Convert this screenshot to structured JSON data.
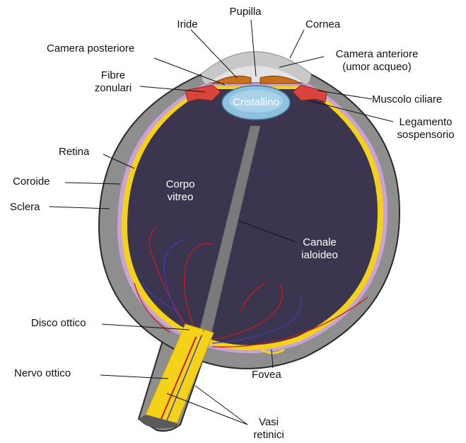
{
  "labels": {
    "pupilla": "Pupilla",
    "iride": "Iride",
    "cornea": "Cornea",
    "camera_posteriore": "Camera posteriore",
    "camera_anteriore_1": "Camera anteriore",
    "camera_anteriore_2": "(umor acqueo)",
    "fibre_zonulari_1": "Fibre",
    "fibre_zonulari_2": "zonulari",
    "cristallino": "Cristallino",
    "muscolo_ciliare": "Muscolo ciliare",
    "legamento_1": "Legamento",
    "legamento_2": "sospensorio",
    "retina": "Retina",
    "coroide": "Coroide",
    "sclera": "Sclera",
    "corpo_vitreo_1": "Corpo",
    "corpo_vitreo_2": "vitreo",
    "canale_1": "Canale",
    "canale_2": "ialoideo",
    "disco_ottico": "Disco ottico",
    "nervo_ottico": "Nervo ottico",
    "fovea": "Fovea",
    "vasi_1": "Vasi",
    "vasi_2": "retinici"
  },
  "colors": {
    "sclera": "#8e8e8e",
    "sclera_edge": "#2a2a2a",
    "choroid": "#c9a2d6",
    "retina": "#f4d21a",
    "vitreous": "#3c3550",
    "lens": "#8ec1e0",
    "cornea": "#c8c8c8",
    "iris": "#c8701a",
    "ciliary": "#d9453c",
    "vessels_red": "#c21e1e",
    "vessels_blue": "#3a3fb0"
  }
}
